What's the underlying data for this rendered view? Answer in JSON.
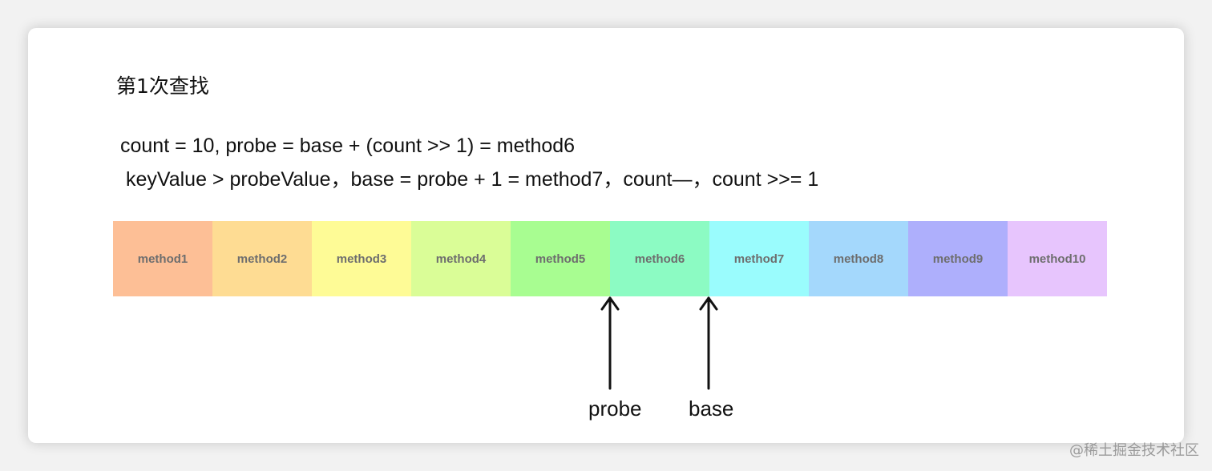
{
  "heading": "第1次查找",
  "lines": [
    "count = 10, probe = base + (count >> 1) = method6",
    "keyValue > probeValue，base = probe + 1 = method7，count—，count >>= 1"
  ],
  "cells": [
    {
      "label": "method1",
      "color": "#fdbf96"
    },
    {
      "label": "method2",
      "color": "#fedc93"
    },
    {
      "label": "method3",
      "color": "#fefb96"
    },
    {
      "label": "method4",
      "color": "#dafd97"
    },
    {
      "label": "method5",
      "color": "#a8fd91"
    },
    {
      "label": "method6",
      "color": "#8cfbc3"
    },
    {
      "label": "method7",
      "color": "#9afcfd"
    },
    {
      "label": "method8",
      "color": "#a4d8fc"
    },
    {
      "label": "method9",
      "color": "#aeaffc"
    },
    {
      "label": "method10",
      "color": "#e7c5fd"
    }
  ],
  "pointers": {
    "probe": "probe",
    "base": "base"
  },
  "watermark": "@稀土掘金技术社区"
}
